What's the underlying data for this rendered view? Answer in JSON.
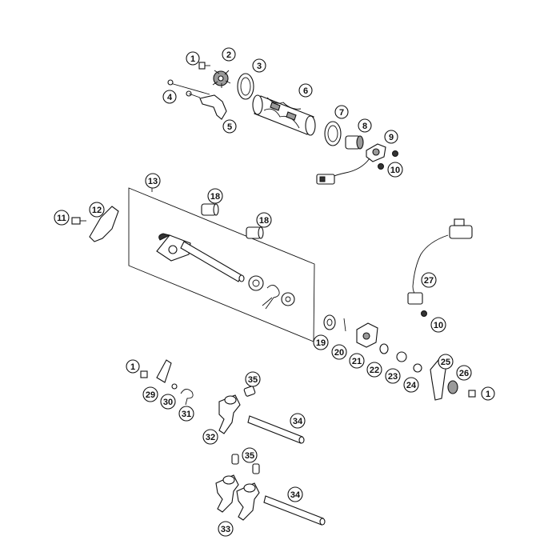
{
  "callouts": [
    "1",
    "2",
    "3",
    "4",
    "5",
    "6",
    "7",
    "8",
    "9",
    "10",
    "11",
    "12",
    "13",
    "18",
    "18",
    "19",
    "20",
    "21",
    "22",
    "23",
    "24",
    "25",
    "26",
    "1",
    "27",
    "10",
    "1",
    "29",
    "30",
    "31",
    "32",
    "33",
    "34",
    "34",
    "35",
    "35"
  ]
}
